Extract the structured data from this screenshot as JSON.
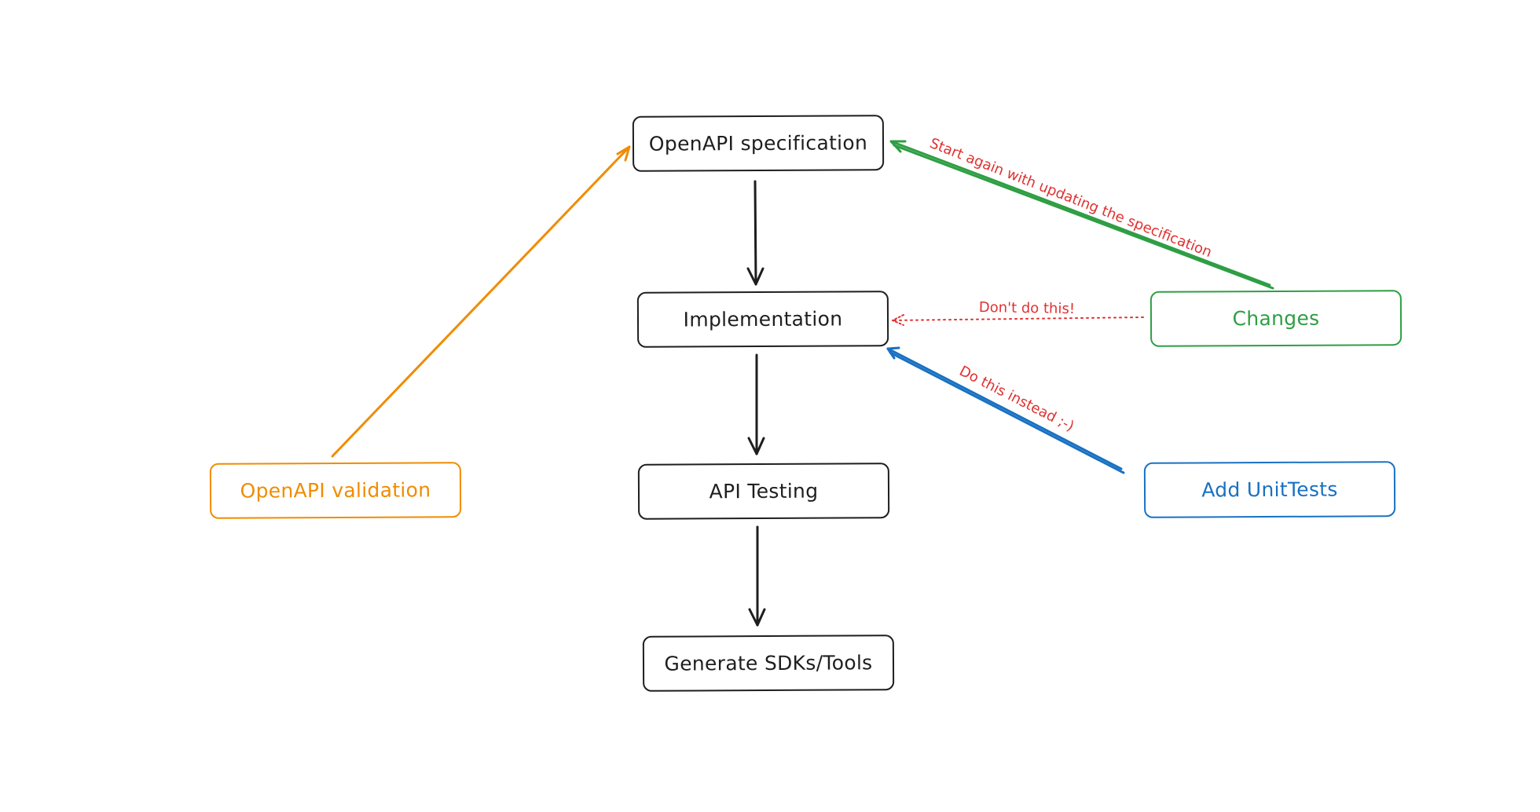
{
  "colors": {
    "ink": "#1e1e1e",
    "orange": "#f08c00",
    "green": "#2f9e44",
    "blue": "#1971c2",
    "red": "#e03131"
  },
  "nodes": {
    "spec": "OpenAPI specification",
    "implementation": "Implementation",
    "testing": "API Testing",
    "generate": "Generate SDKs/Tools",
    "validation": "OpenAPI validation",
    "changes": "Changes",
    "unittests": "Add UnitTests"
  },
  "edge_labels": {
    "start_again": "Start again with updating the specification",
    "dont": "Don't do this!",
    "do_instead": "Do this instead ;-)"
  }
}
